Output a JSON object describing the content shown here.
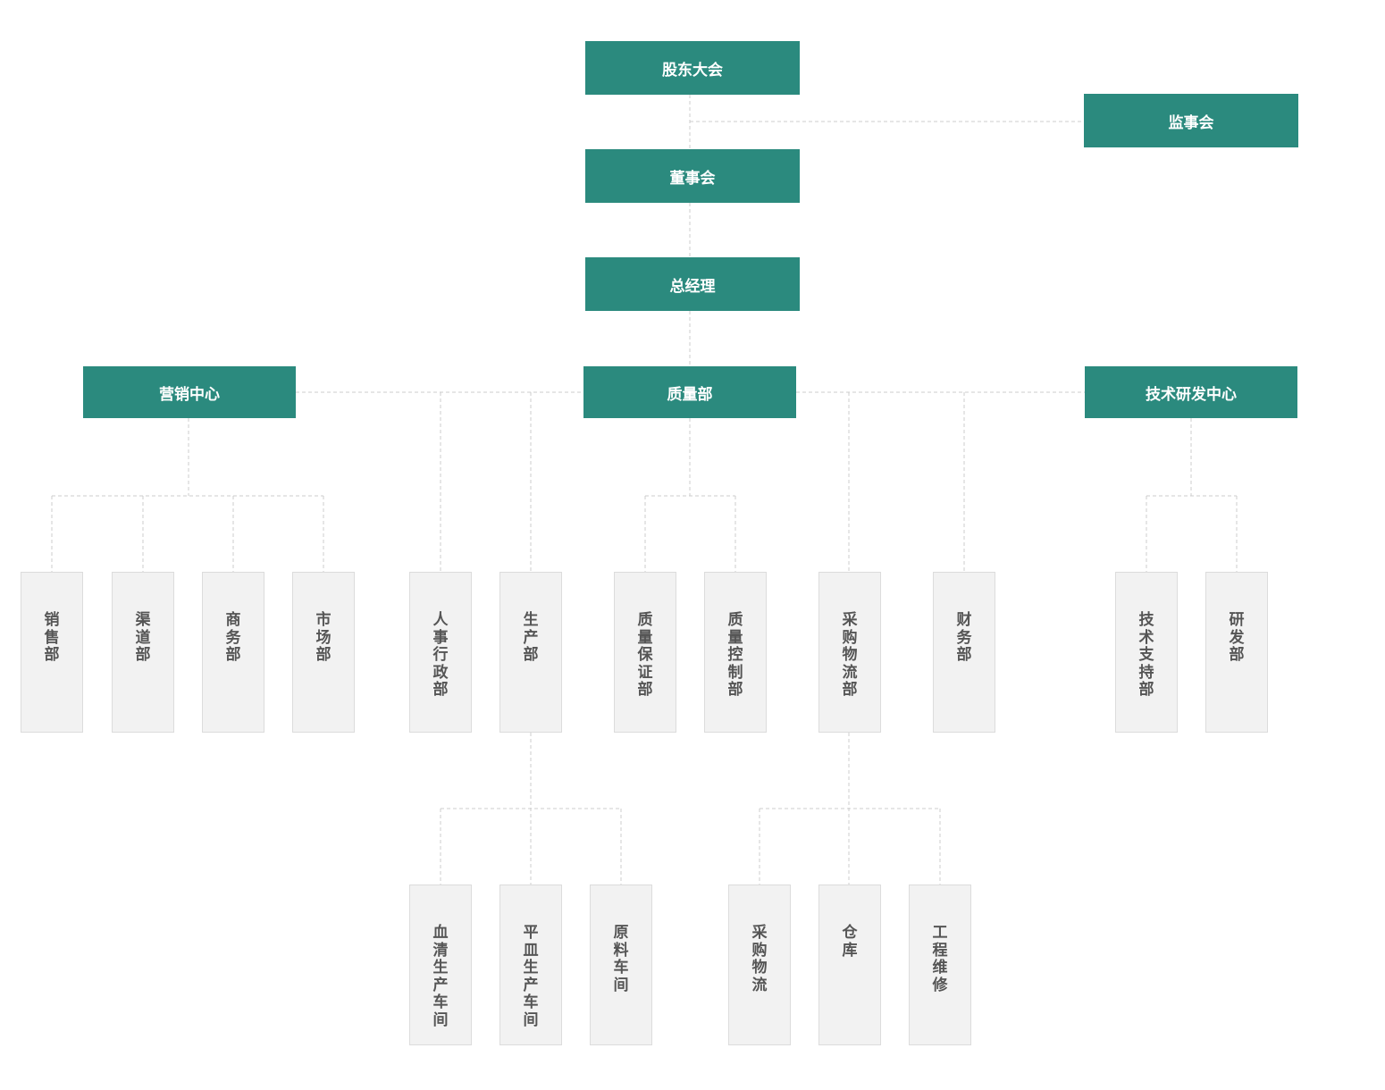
{
  "nodes": {
    "shareholders": "股东大会",
    "supervisors": "监事会",
    "board": "董事会",
    "gm": "总经理",
    "marketing_center": "营销中心",
    "quality_dept": "质量部",
    "tech_rd_center": "技术研发中心",
    "sales_dept": "销售部",
    "channel_dept": "渠道部",
    "business_dept": "商务部",
    "market_dept": "市场部",
    "hr_admin_dept": "人事行政部",
    "production_dept": "生产部",
    "qa_dept": "质量保证部",
    "qc_dept": "质量控制部",
    "procurement_logistics_dept": "采购物流部",
    "finance_dept": "财务部",
    "tech_support_dept": "技术支持部",
    "rd_dept": "研发部",
    "serum_workshop": "血清生产车间",
    "plate_workshop": "平皿生产车间",
    "raw_material_workshop": "原料车间",
    "procurement_logistics": "采购物流",
    "warehouse": "仓库",
    "engineering_maintenance": "工程维修"
  },
  "colors": {
    "primary_box": "#2b8a7e",
    "dept_box": "#f2f2f2",
    "dept_border": "#dcdcdc",
    "connector": "#cccccc"
  }
}
